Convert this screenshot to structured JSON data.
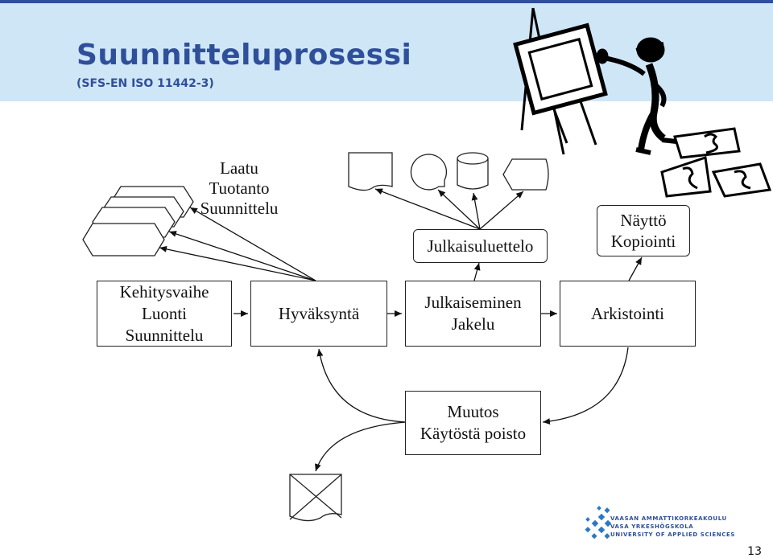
{
  "header": {
    "title": "Suunnitteluprosessi",
    "subtitle": "(SFS-EN ISO 11442-3)"
  },
  "stack_label": {
    "line1": "Laatu",
    "line2": "Tuotanto",
    "line3": "Suunnittelu"
  },
  "boxes": {
    "design": {
      "line1": "Kehitysvaihe",
      "line2": "Luonti",
      "line3": "Suunnittelu"
    },
    "approval": {
      "line1": "Hyväksyntä"
    },
    "publish": {
      "line1": "Julkaiseminen",
      "line2": "Jakelu"
    },
    "archive": {
      "line1": "Arkistointi"
    },
    "change": {
      "line1": "Muutos",
      "line2": "Käytöstä poisto"
    },
    "list": {
      "line1": "Julkaisuluettelo"
    },
    "display": {
      "line1": "Näyttö",
      "line2": "Kopiointi"
    }
  },
  "logo": {
    "line1": "VAASAN AMMATTIKORKEAKOULU",
    "line2": "VASA YRKESHÖGSKOLA",
    "line3": "UNIVERSITY OF APPLIED SCIENCES"
  },
  "page_number": "13",
  "colors": {
    "brand": "#2f4f9a",
    "header_bg": "#cfe6f6",
    "logo_blue": "#2b78c4"
  }
}
